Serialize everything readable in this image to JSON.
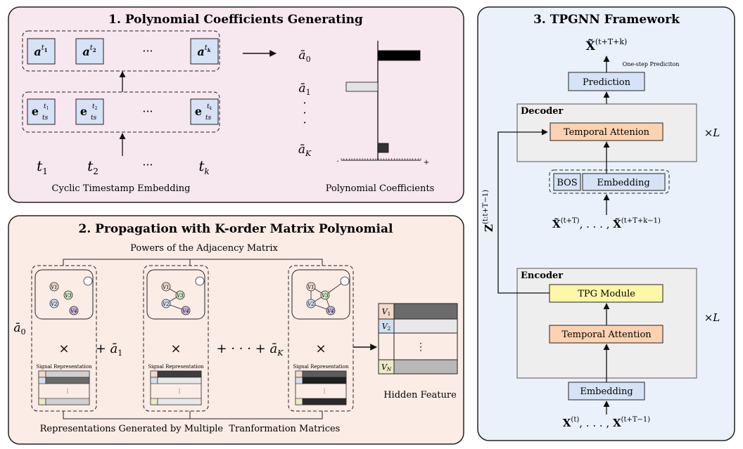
{
  "panel1": {
    "title": "1. Polynomial Coefficients Generating",
    "coef_vectors": [
      "a^{t_1}",
      "a^{t_2}",
      "a^{t_k}"
    ],
    "embed_vectors": [
      "e_{ts}^{t_1}",
      "e_{ts}^{t_2}",
      "e_{ts}^{t_k}"
    ],
    "timestamps": [
      "t_1",
      "t_2",
      "t_k"
    ],
    "ellipsis": "···",
    "caption_left": "Cyclic Timestamp Embedding",
    "caption_right": "Polynomial Coefficients",
    "coef_labels": [
      "ā₀",
      "ā₁",
      "ā_K"
    ],
    "bars": [
      {
        "label": "ā₀",
        "value": 0.6,
        "color": "#000000"
      },
      {
        "label": "ā₁",
        "value": -0.45,
        "color": "#e3e3e3"
      },
      {
        "label": "ā_K",
        "value": 0.15,
        "color": "#333333"
      }
    ],
    "axis_minus": "-",
    "axis_plus": "+"
  },
  "panel2": {
    "title": "2. Propagation with K-order Matrix Polynomial",
    "top_caption": "Powers of the Adjacency Matrix",
    "bottom_caption": "Representations Generated by Multiple  Tranformation Matrices",
    "signal_label": "Signal Representation",
    "coef_terms": [
      "ā₀",
      "+ ā₁",
      "+ ··· + ā_K"
    ],
    "times": "×",
    "nodes": [
      "V₁",
      "V₂",
      "V₃",
      "V₄"
    ],
    "hidden_caption": "Hidden Feature",
    "hidden_rows": [
      "V₁",
      "V₂",
      "⋮",
      "V_N"
    ]
  },
  "panel3": {
    "title": "3. TPGNN Framework",
    "output_label": "X̃^(t+T+k)",
    "one_step": "One-step Prediciton",
    "prediction": "Prediction",
    "decoder": "Decoder",
    "temporal_attention_dec": "Temporal Attenion",
    "times_L": "×L",
    "bos": "BOS",
    "embedding_dec": "Embedding",
    "dec_input": "X̃^(t+T), . . . , X̃^(t+T+k−1)",
    "z_label": "Z^(t:t+T−1)",
    "encoder": "Encoder",
    "tpg_module": "TPG Module",
    "temporal_attention_enc": "Temporal Attention",
    "embedding_enc": "Embedding",
    "enc_input": "X^(t), . . . , X^(t+T−1)"
  },
  "colors": {
    "panel1_bg": "#f7e7ef",
    "panel2_bg": "#fbece6",
    "panel3_bg": "#eaf1fb",
    "vec_box": "#d6e2f5",
    "orange_box": "#fcd2b0",
    "yellow_box": "#fdf7a8",
    "gray_block": "#eeeeee"
  }
}
